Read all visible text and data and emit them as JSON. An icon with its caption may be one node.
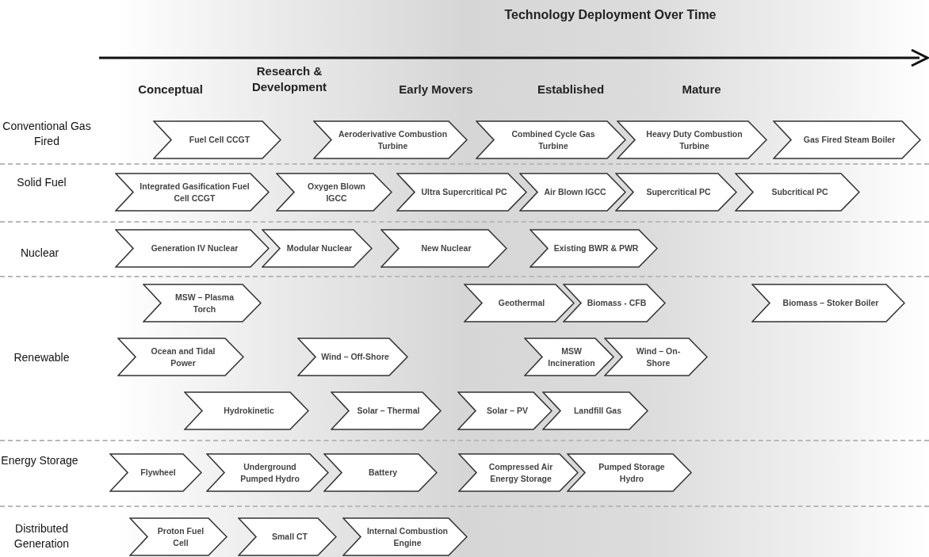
{
  "diagram": {
    "title": "Technology Deployment Over Time",
    "nodes": [
      {
        "text": [
          "Fuel Cell CCGT"
        ]
      },
      {
        "text": [
          "Aeroderivative Combustion Turbine"
        ]
      },
      {
        "text": [
          "Combined Cycle Gas Turbine"
        ]
      },
      {
        "text": [
          "Heavy Duty Combustion Turbine"
        ]
      },
      {
        "text": [
          "Gas Fired Steam Boiler"
        ]
      },
      {
        "text": [
          "Integrated Gasification Fuel Cell CCGT"
        ]
      },
      {
        "text": [
          "Oxygen Blown IGCC"
        ]
      },
      {
        "text": [
          "Ultra Supercritical PC"
        ]
      },
      {
        "text": [
          "Air Blown IGCC"
        ]
      },
      {
        "text": [
          "Supercritical PC"
        ]
      },
      {
        "text": [
          "Subcritical PC"
        ]
      },
      {
        "text": [
          "Generation IV Nuclear"
        ]
      },
      {
        "text": [
          "Modular Nuclear"
        ]
      },
      {
        "text": [
          "New Nuclear"
        ]
      },
      {
        "text": [
          "Existing BWR & PWR"
        ]
      },
      {
        "text": [
          "MSW – Plasma Torch"
        ]
      },
      {
        "text": [
          "Geothermal"
        ]
      },
      {
        "text": [
          "Biomass - CFB"
        ]
      },
      {
        "text": [
          "Biomass – Stoker Boiler"
        ]
      },
      {
        "text": [
          "Ocean and Tidal Power"
        ]
      },
      {
        "text": [
          "Wind – Off-Shore"
        ]
      },
      {
        "text": [
          "MSW Incineration"
        ]
      },
      {
        "text": [
          "Wind – On-Shore"
        ]
      },
      {
        "text": [
          "Hydrokinetic"
        ]
      },
      {
        "text": [
          "Solar – Thermal"
        ]
      },
      {
        "text": [
          "Solar – PV"
        ]
      },
      {
        "text": [
          "Landfill Gas"
        ]
      },
      {
        "text": [
          "Flywheel"
        ]
      },
      {
        "text": [
          "Underground Pumped Hydro"
        ]
      },
      {
        "text": [
          "Battery"
        ]
      },
      {
        "text": [
          "Compressed Air Energy Storage"
        ]
      },
      {
        "text": [
          "Pumped Storage Hydro"
        ]
      },
      {
        "text": [
          "Proton Fuel Cell"
        ]
      },
      {
        "text": [
          "Small CT"
        ]
      },
      {
        "text": [
          "Internal Combustion Engine"
        ]
      }
    ],
    "labels": [
      "Conceptual",
      "Research & Development",
      "Early Movers",
      "Established",
      "Mature",
      "Conventional Gas Fired",
      "Solid Fuel",
      "Nuclear",
      "Renewable",
      "Energy Storage",
      "Distributed Generation"
    ]
  }
}
